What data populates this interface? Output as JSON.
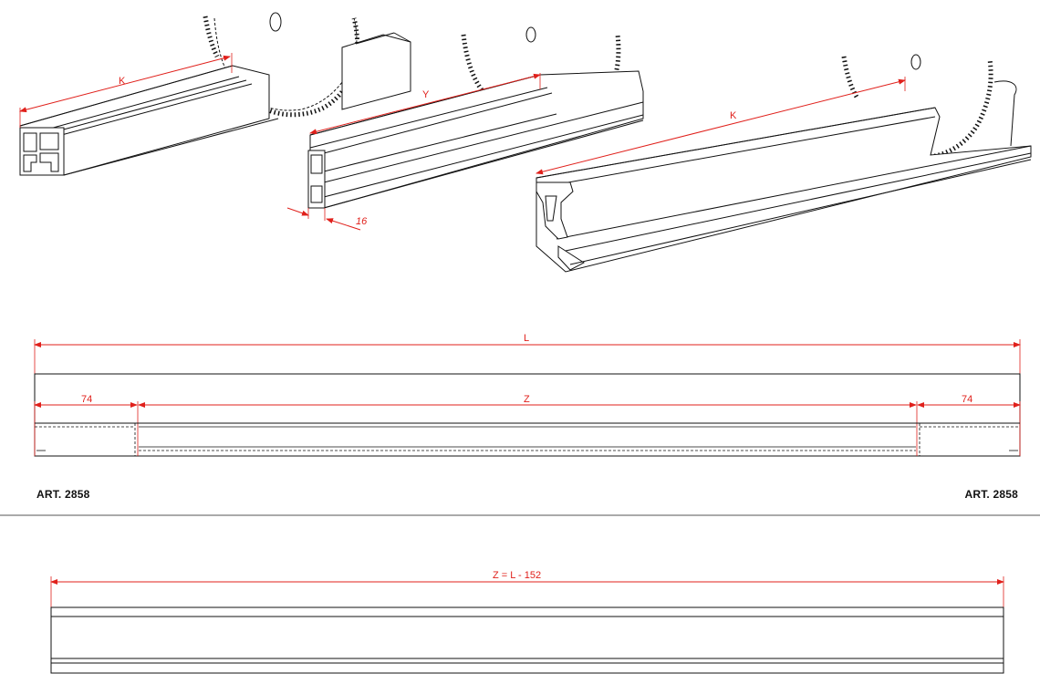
{
  "colors": {
    "dimension": "#e0201b",
    "outline": "#111111",
    "background": "#ffffff"
  },
  "views": {
    "iso_left": {
      "dimension_label": "K"
    },
    "iso_middle": {
      "dimension_label": "Y",
      "depth_label": "16"
    },
    "iso_right": {
      "dimension_label": "K"
    },
    "elevation": {
      "overall_label": "L",
      "end_left_label": "74",
      "center_label": "Z",
      "end_right_label": "74"
    },
    "cut_piece": {
      "formula_label": "Z = L - 152"
    }
  },
  "article": {
    "left_label": "ART. 2858",
    "right_label": "ART. 2858"
  }
}
